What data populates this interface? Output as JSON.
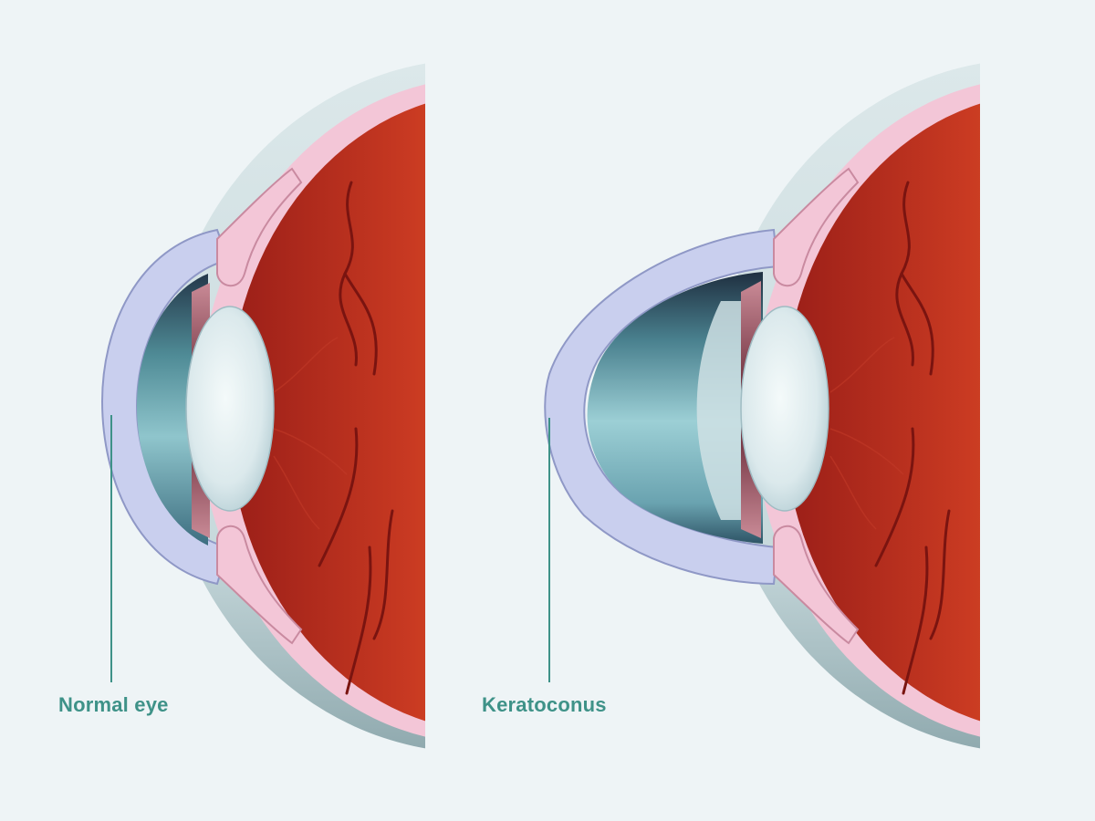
{
  "labels": {
    "normal_eye": "Normal eye",
    "keratoconus": "Keratoconus"
  },
  "colors": {
    "background": "#eef4f6",
    "label_text": "#3e9288",
    "leader_line": "#3e9288",
    "outer_halo": "#d3e1e3",
    "sclera_pink": "#f4c8d8",
    "retina_orange": "#f0a53a",
    "choroid_red": "#b52a1e",
    "vessel_dark": "#7a1410",
    "cornea_lavender": "#c9cfee",
    "aqueous_teal": "#5e9da6",
    "lens_pale": "#e4eef0",
    "iris_dark": "#6a2a36"
  },
  "eyes": [
    {
      "id": "normal",
      "cornea": "normal"
    },
    {
      "id": "keratoconus",
      "cornea": "cone-shaped bulge"
    }
  ]
}
